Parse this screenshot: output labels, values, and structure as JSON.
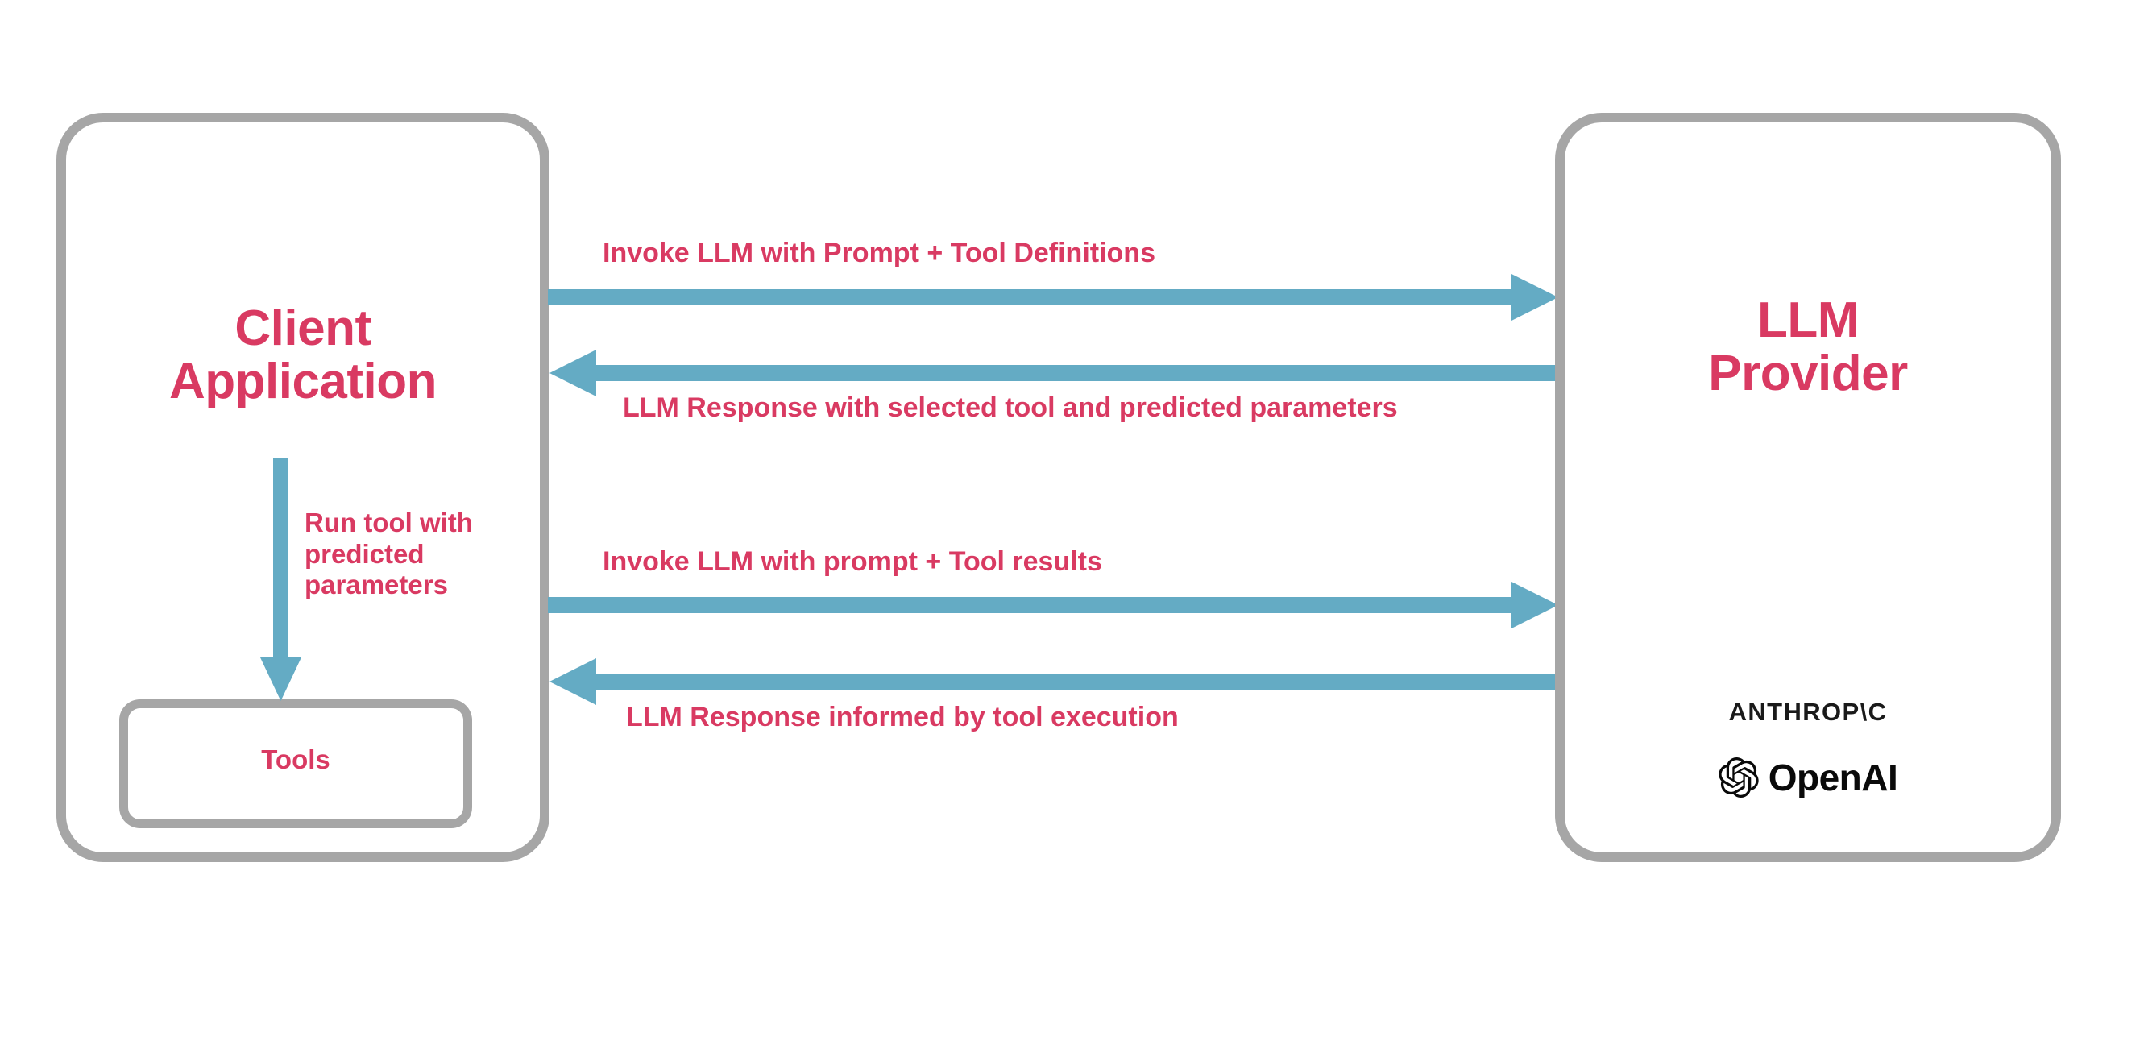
{
  "diagram": {
    "title": "LLM tool-calling sequence between client application and LLM provider",
    "colors": {
      "accent_text": "#d93a62",
      "arrow": "#64abc4",
      "box_border": "#a6a6a6",
      "background": "#ffffff",
      "brand_text": "#1a1a1a"
    }
  },
  "nodes": {
    "client": {
      "label": "Client\nApplication",
      "inner": {
        "tools_label": "Tools"
      }
    },
    "provider": {
      "label": "LLM\nProvider",
      "brands": [
        {
          "name": "anthropic-wordmark",
          "text": "ANTHROP\\C"
        },
        {
          "name": "openai-wordmark",
          "text": "OpenAI",
          "icon": "openai-knot-icon"
        }
      ]
    }
  },
  "flows": [
    {
      "id": "invoke-with-tool-definitions",
      "label": "Invoke LLM with Prompt + Tool Definitions",
      "direction": "right",
      "from": "client",
      "to": "provider"
    },
    {
      "id": "llm-response-selected-tool",
      "label": "LLM Response with selected tool and predicted parameters",
      "direction": "left",
      "from": "provider",
      "to": "client"
    },
    {
      "id": "invoke-with-tool-results",
      "label": "Invoke LLM with prompt + Tool results",
      "direction": "right",
      "from": "client",
      "to": "provider"
    },
    {
      "id": "llm-response-informed",
      "label": "LLM Response informed by tool execution",
      "direction": "left",
      "from": "provider",
      "to": "client"
    }
  ],
  "internal_flow": {
    "id": "run-tool",
    "label": "Run tool with\npredicted\nparameters",
    "direction": "down",
    "from": "client",
    "to": "tools"
  }
}
